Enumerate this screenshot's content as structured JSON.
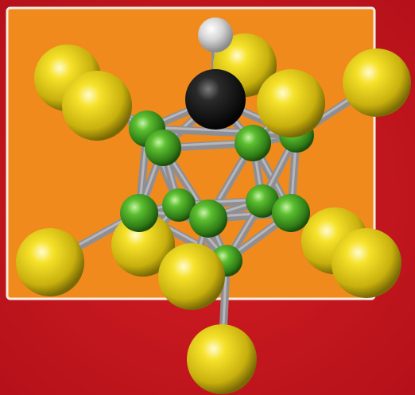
{
  "colors": {
    "background": "#c8161b",
    "panel": "#f08a1c",
    "panel_border": "#f4efe6",
    "bond": "#8f8f93",
    "boron": "#4fae2a",
    "halogen": "#e8d21a",
    "carbon": "#1c1c1c",
    "hydrogen": "#d8d8d8"
  },
  "molecule": {
    "atom_kinds": [
      "hydrogen",
      "carbon",
      "boron",
      "halogen"
    ]
  }
}
